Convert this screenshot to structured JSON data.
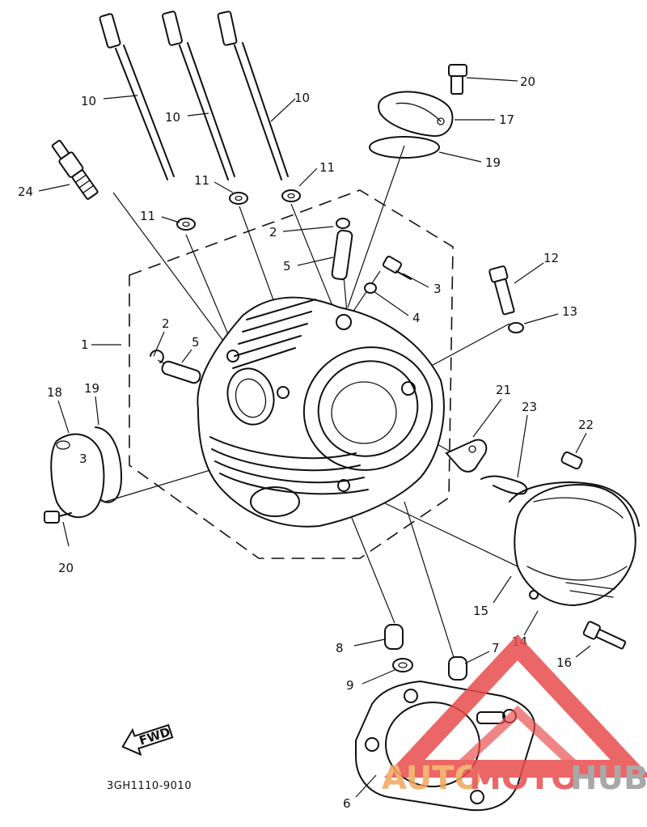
{
  "callouts": [
    {
      "id": "c10a",
      "text": "10"
    },
    {
      "id": "c10b",
      "text": "10"
    },
    {
      "id": "c10c",
      "text": "10"
    },
    {
      "id": "c11a",
      "text": "11"
    },
    {
      "id": "c11b",
      "text": "11"
    },
    {
      "id": "c11c",
      "text": "11"
    },
    {
      "id": "c24",
      "text": "24"
    },
    {
      "id": "c2a",
      "text": "2"
    },
    {
      "id": "c5a",
      "text": "5"
    },
    {
      "id": "c3",
      "text": "3"
    },
    {
      "id": "c4",
      "text": "4"
    },
    {
      "id": "c20a",
      "text": "20"
    },
    {
      "id": "c17",
      "text": "17"
    },
    {
      "id": "c19a",
      "text": "19"
    },
    {
      "id": "c12",
      "text": "12"
    },
    {
      "id": "c13",
      "text": "13"
    },
    {
      "id": "c1",
      "text": "1"
    },
    {
      "id": "c2b",
      "text": "2"
    },
    {
      "id": "c5b",
      "text": "5"
    },
    {
      "id": "c18",
      "text": "18"
    },
    {
      "id": "c19b",
      "text": "19"
    },
    {
      "id": "c21",
      "text": "21"
    },
    {
      "id": "c23",
      "text": "23"
    },
    {
      "id": "c22",
      "text": "22"
    },
    {
      "id": "c20b",
      "text": "20"
    },
    {
      "id": "c15",
      "text": "15"
    },
    {
      "id": "c14",
      "text": "14"
    },
    {
      "id": "c16",
      "text": "16"
    },
    {
      "id": "c8",
      "text": "8"
    },
    {
      "id": "c7",
      "text": "7"
    },
    {
      "id": "c9",
      "text": "9"
    },
    {
      "id": "c6",
      "text": "6"
    }
  ],
  "fwd_label": "FWD",
  "part_code": "3GH1110-9010",
  "watermark": {
    "part1": "AUTO",
    "part2": "MOTO",
    "part3": "HUB",
    "color_red": "#e84c4c",
    "color_orange": "#f2a65a",
    "color_gray": "#9a9a9a"
  }
}
